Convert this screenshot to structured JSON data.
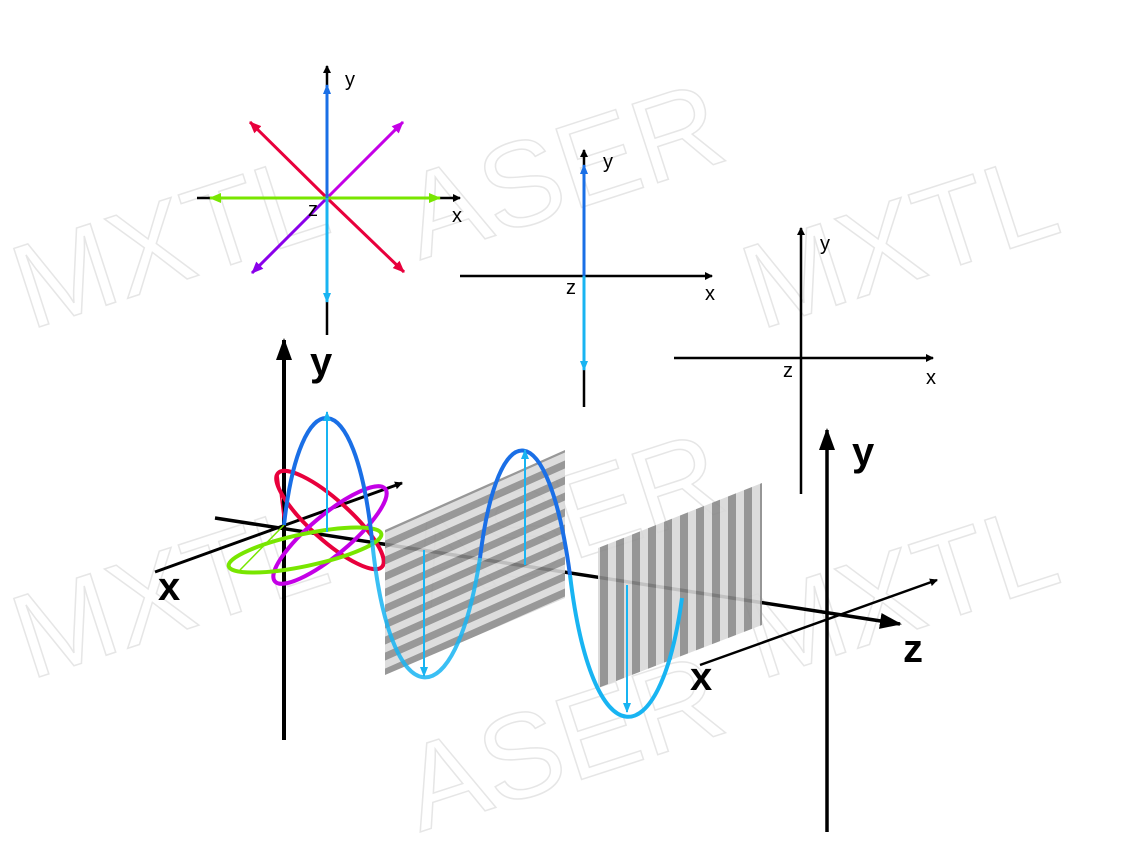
{
  "watermark": {
    "text": "MXTLASER",
    "text_short": "MXTL",
    "text_long": "ASER"
  },
  "colors": {
    "axis": "#000000",
    "blue_dark": "#1a6fe6",
    "blue_light": "#18b4f2",
    "red": "#e8003c",
    "magenta": "#c400e6",
    "purple": "#8a00ea",
    "green": "#78e600",
    "polarizer_dark": "#8a8a8a",
    "polarizer_light": "#d8d8d8"
  },
  "insets": [
    {
      "name": "unpolarized",
      "y_label": "y",
      "x_label": "x",
      "z_label": "z"
    },
    {
      "name": "vertically-polarized",
      "y_label": "y",
      "x_label": "x",
      "z_label": "z"
    },
    {
      "name": "blocked",
      "y_label": "y",
      "x_label": "x",
      "z_label": "z"
    }
  ],
  "main": {
    "y_label": "y",
    "x_label": "x",
    "z_label": "z",
    "x2_label": "x",
    "y2_label": "y"
  },
  "polarizers": [
    {
      "name": "horizontal-stripe-polarizer",
      "orientation": "horizontal"
    },
    {
      "name": "vertical-stripe-polarizer",
      "orientation": "vertical"
    }
  ]
}
